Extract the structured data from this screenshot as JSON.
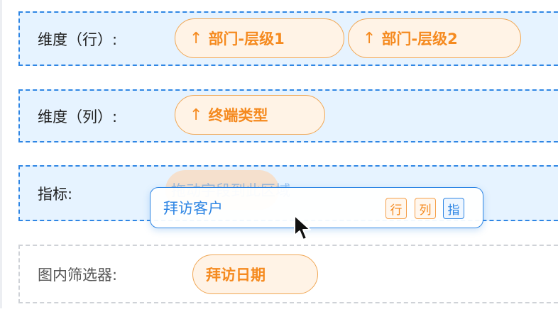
{
  "zones": {
    "rows": {
      "label": "维度（行）:",
      "chips": [
        {
          "arrow": "↑",
          "label": "部门-层级1"
        },
        {
          "arrow": "↑",
          "label": "部门-层级2"
        }
      ]
    },
    "columns": {
      "label": "维度（列）:",
      "chips": [
        {
          "arrow": "↑",
          "label": "终端类型"
        }
      ]
    },
    "metrics": {
      "label": "指标:",
      "drop_hint": "拖动字段到此区域"
    },
    "filter": {
      "label": "图内筛选器:",
      "chips": [
        {
          "label": "拜访日期"
        }
      ]
    }
  },
  "drag_card": {
    "label": "拜访客户",
    "tags": [
      "行",
      "列",
      "指"
    ]
  },
  "colors": {
    "active_border": "#2f86e4",
    "active_bg": "#e6f3ff",
    "chip_text": "#f58a1f",
    "chip_bg": "#fff3e6"
  },
  "icons": {
    "chip_arrow": "arrow-up-icon",
    "cursor": "mouse-pointer-icon"
  }
}
